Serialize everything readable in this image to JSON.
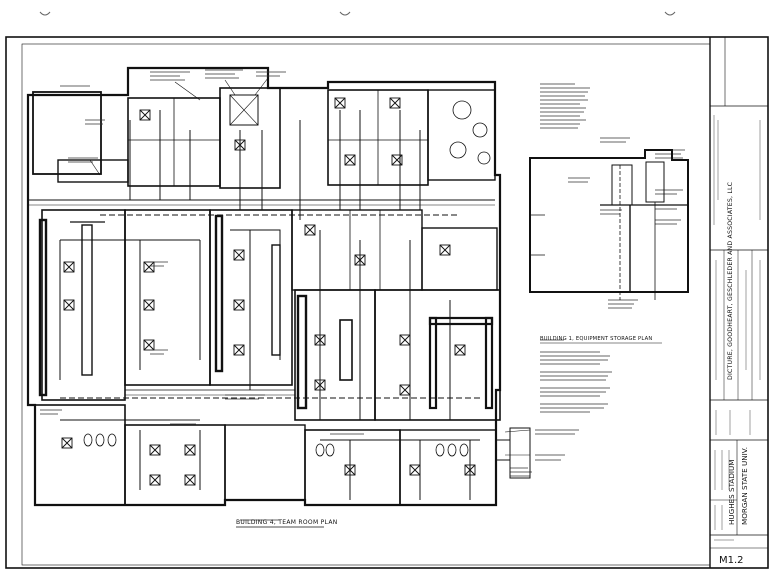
{
  "drawing": {
    "sheet_number": "M1.2",
    "plan_titles": {
      "main": "BUILDING 4, TEAM ROOM PLAN",
      "storage": "BUILDING 1, EQUIPMENT STORAGE PLAN"
    },
    "title_block": {
      "firm": "DICTURE, GOODHEART, GESCHLEDER AND ASSOCIATES, LLC",
      "project": "HUGHES STADIUM",
      "client": "MORGAN STATE UNIV."
    }
  },
  "legend": {
    "ink": "#111111",
    "paper": "#ffffff"
  }
}
